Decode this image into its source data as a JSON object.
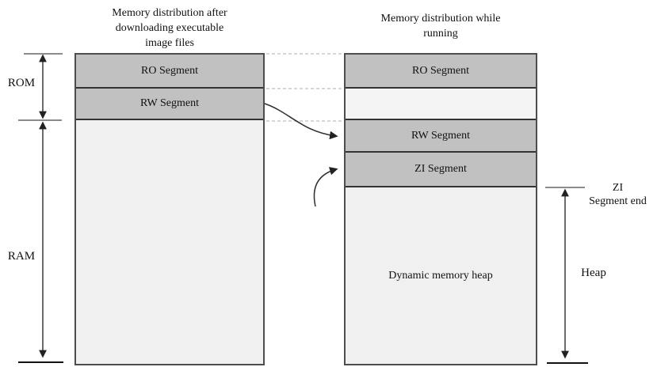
{
  "diagram": {
    "left_column": {
      "title_lines": [
        "Memory distribution after",
        "downloading executable",
        "image files"
      ],
      "segments": [
        {
          "label": "RO Segment"
        },
        {
          "label": "RW Segment"
        },
        {
          "label": ""
        }
      ]
    },
    "right_column": {
      "title_lines": [
        "Memory distribution while",
        "running"
      ],
      "segments": [
        {
          "label": "RO Segment"
        },
        {
          "label": ""
        },
        {
          "label": "RW Segment"
        },
        {
          "label": "ZI Segment"
        },
        {
          "label": "Dynamic memory heap"
        }
      ]
    },
    "annotations": {
      "rom": "ROM",
      "ram": "RAM",
      "zi_end_lines": [
        "ZI",
        "Segment end"
      ],
      "heap": "Heap"
    },
    "colors": {
      "segment_fill": "#c1c1c1",
      "light_fill": "#f0f0f0",
      "gap_fill": "#f4f4f4",
      "column_border": "#4d4d4d",
      "divider": "#333333",
      "tick_gray": "#8c8c8c",
      "tick_black": "#111111",
      "arrow": "#2e2e2e",
      "dotted_line": "#c9c9c9"
    }
  }
}
